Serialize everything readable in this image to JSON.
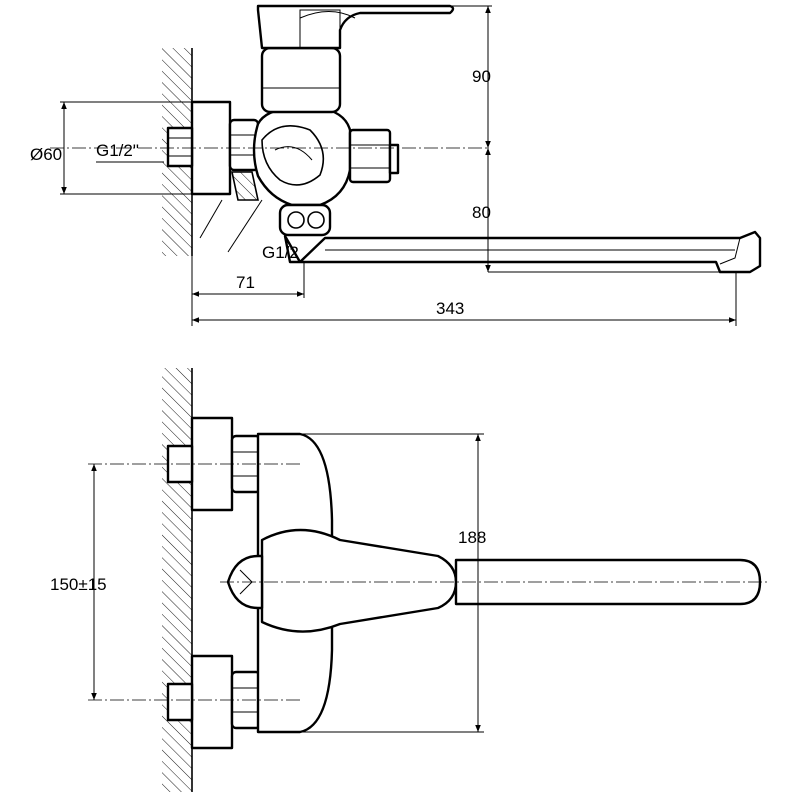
{
  "labels": {
    "diameter": "Ø60",
    "thread_top": "G1/2\"",
    "thread_bottom": "G1/2",
    "height_top": "90",
    "height_bottom": "80",
    "offset": "71",
    "spout_length": "343",
    "handle_reach": "188",
    "center_distance": "150±15"
  }
}
